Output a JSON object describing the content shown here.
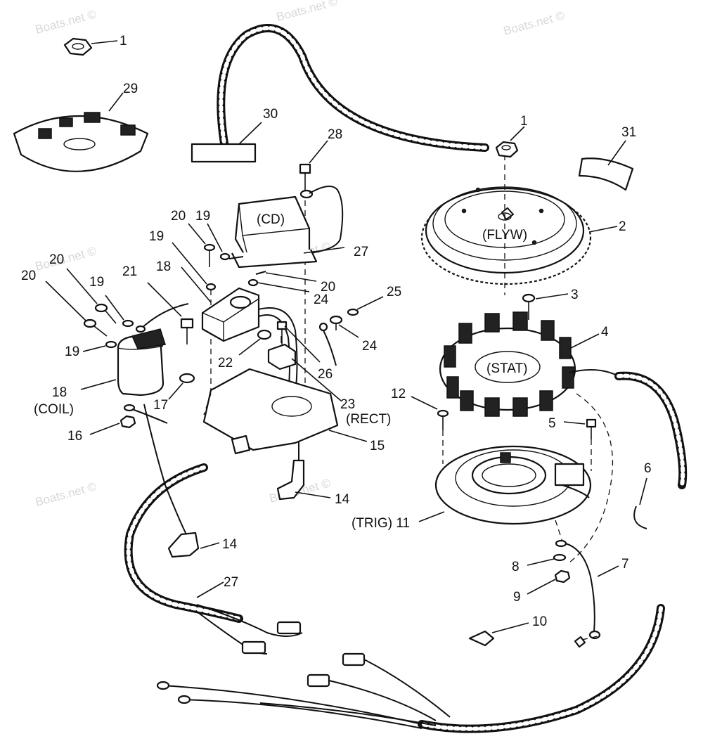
{
  "watermark": "Boats.net ©",
  "labels": {
    "l1a": "1",
    "l29": "29",
    "l30": "30",
    "l28": "28",
    "l1b": "1",
    "l31": "31",
    "l2": "2",
    "l_flyw": "(FLYW)",
    "l_cd": "(CD)",
    "l20a": "20",
    "l19a": "19",
    "l27a": "27",
    "l19b": "19",
    "l20b": "20",
    "l24a": "24",
    "l18a": "18",
    "l20c": "20",
    "l19c": "19",
    "l21": "21",
    "l20d": "20",
    "l25": "25",
    "l3": "3",
    "l4": "4",
    "l_stat": "(STAT)",
    "l19d": "19",
    "l24b": "24",
    "l22": "22",
    "l26": "26",
    "l18b": "18",
    "l_coil": "(COIL)",
    "l17": "17",
    "l23": "23",
    "l_rect": "(RECT)",
    "l12": "12",
    "l5": "5",
    "l16": "16",
    "l15": "15",
    "l6": "6",
    "l14a": "14",
    "l_trig11": "(TRIG) 11",
    "l14b": "14",
    "l8": "8",
    "l7": "7",
    "l27b": "27",
    "l9": "9",
    "l10": "10"
  }
}
